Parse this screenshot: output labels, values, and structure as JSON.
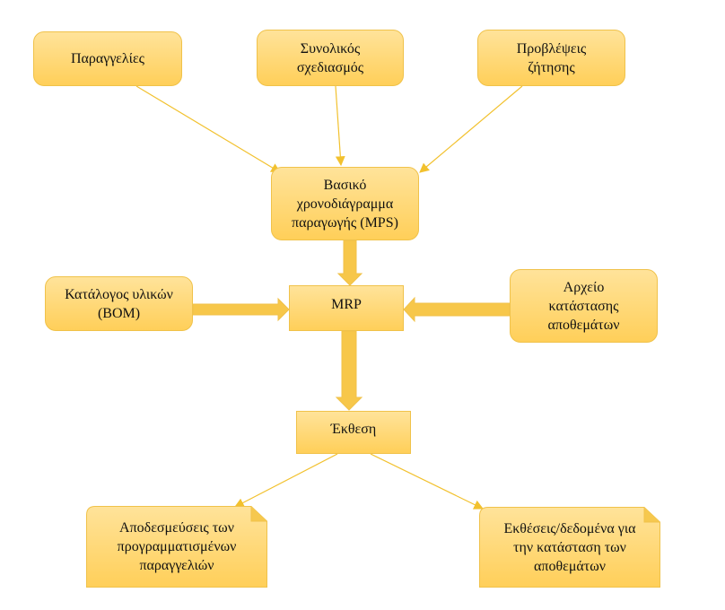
{
  "colors": {
    "fill_top": "#ffe39a",
    "fill_bottom": "#ffcf59",
    "stroke": "#f0c24a",
    "arrow": "#f7c74a",
    "thin_line": "#f2c12e"
  },
  "nodes": {
    "orders": "Παραγγελίες",
    "aggregate_planning": "Συνολικός\nσχεδιασμός",
    "demand_forecast": "Προβλέψεις\nζήτησης",
    "mps": "Βασικό\nχρονοδιάγραμμα\nπαραγωγής (MPS)",
    "bom": "Κατάλογος υλικών\n(BOM)",
    "mrp": "MRP",
    "inventory_file": "Αρχείο\nκατάστασης\nαποθεμάτων",
    "report": "Έκθεση",
    "planned_order_releases": "Αποδεσμεύσεις των\nπρογραμματισμένων\nπαραγγελιών",
    "inventory_reports": "Εκθέσεις/δεδομένα για\nτην κατάσταση των\nαποθεμάτων"
  }
}
